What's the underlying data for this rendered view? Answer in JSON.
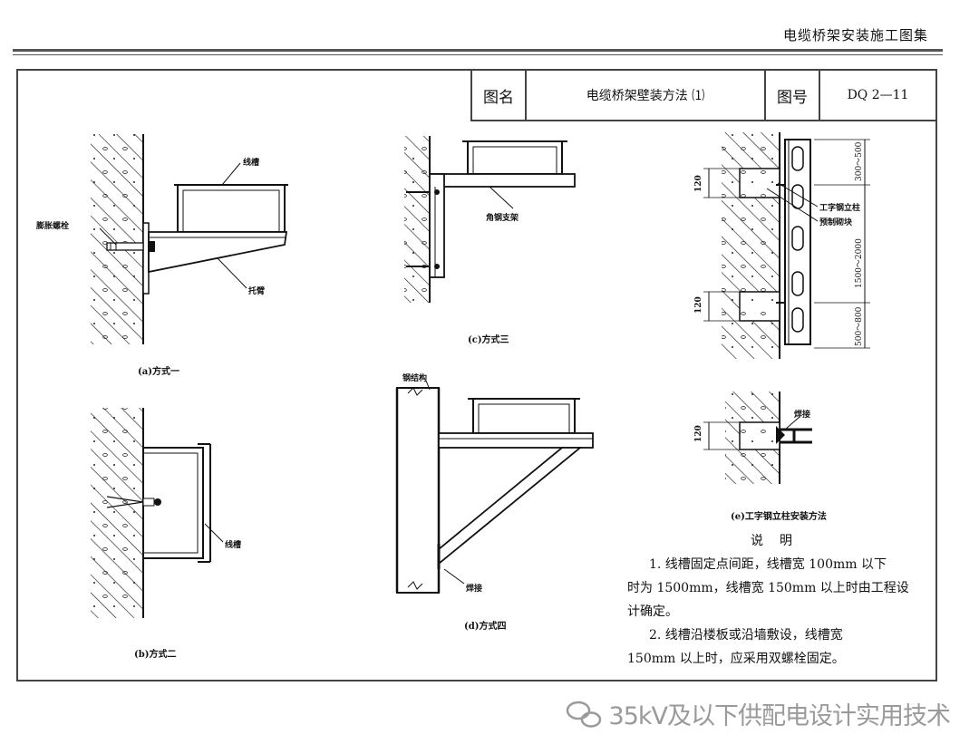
{
  "header": {
    "book_title": "电缆桥架安装施工图集"
  },
  "title_block": {
    "name_label": "图名",
    "name_value": "电缆桥架壁装方法 ⑴",
    "number_label": "图号",
    "number_value": "DQ 2—11"
  },
  "captions": {
    "a": "(a)方式一",
    "b": "(b)方式二",
    "c": "(c)方式三",
    "d": "(d)方式四",
    "e": "(e)工字钢立柱安装方法"
  },
  "labels": {
    "a_trough": "线槽",
    "a_bolt": "膨胀螺栓",
    "a_bracket": "托臂",
    "b_trough": "线槽",
    "c_angle": "角钢支架",
    "d_steel": "钢结构",
    "d_weld": "焊接",
    "e_column": "工字钢立柱",
    "e_block": "预制砌块",
    "e_weld": "焊接",
    "dim_120a": "120",
    "dim_120b": "120",
    "dim_120c": "120",
    "dim_300_500": "300～500",
    "dim_1500_2000": "1500～2000",
    "dim_500_800": "500～800"
  },
  "notes": {
    "heading": "说　明",
    "line1": "1. 线槽固定点间距，线槽宽 100mm 以下",
    "line2": "时为 1500mm，线槽宽 150mm 以上时由工程设",
    "line3": "计确定。",
    "line4": "2. 线槽沿楼板或沿墙敷设，线槽宽",
    "line5": "150mm 以上时，应采用双螺栓固定。"
  },
  "watermark": {
    "text": "35kV及以下供配电设计实用技术"
  }
}
